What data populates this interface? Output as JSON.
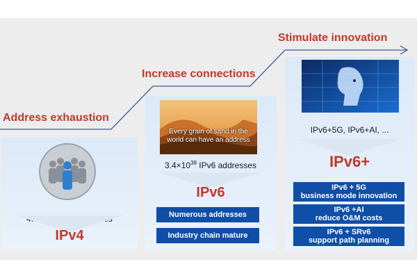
{
  "stages": [
    {
      "label": "Address exhaustion",
      "caption": "4.3 billion IP addresses",
      "version": "IPv4",
      "icon": "people-network-icon"
    },
    {
      "label": "Increase connections",
      "image_text": "Every grain of sand in the world can have an address",
      "caption_prefix": "3.4×10",
      "caption_exp": "38",
      "caption_suffix": " IPv6 addresses",
      "version": "IPv6",
      "boxes": [
        "Numerous addresses",
        "Industry chain mature"
      ]
    },
    {
      "label": "Stimulate innovation",
      "caption": "IPv6+5G, IPv6+AI, ...",
      "version": "IPv6+",
      "boxes": [
        {
          "line1": "IPv6 + 5G",
          "line2": "business mode innovation"
        },
        {
          "line1": "IPv6 +AI",
          "line2": "reduce O&M costs"
        },
        {
          "line1": "IPv6 + SRv6",
          "line2": "support path planning"
        }
      ]
    }
  ],
  "colors": {
    "accent_red": "#c0392b",
    "box_blue": "#0f4fa8",
    "panel_blue": "#dce9f7",
    "background": "#ededed"
  }
}
